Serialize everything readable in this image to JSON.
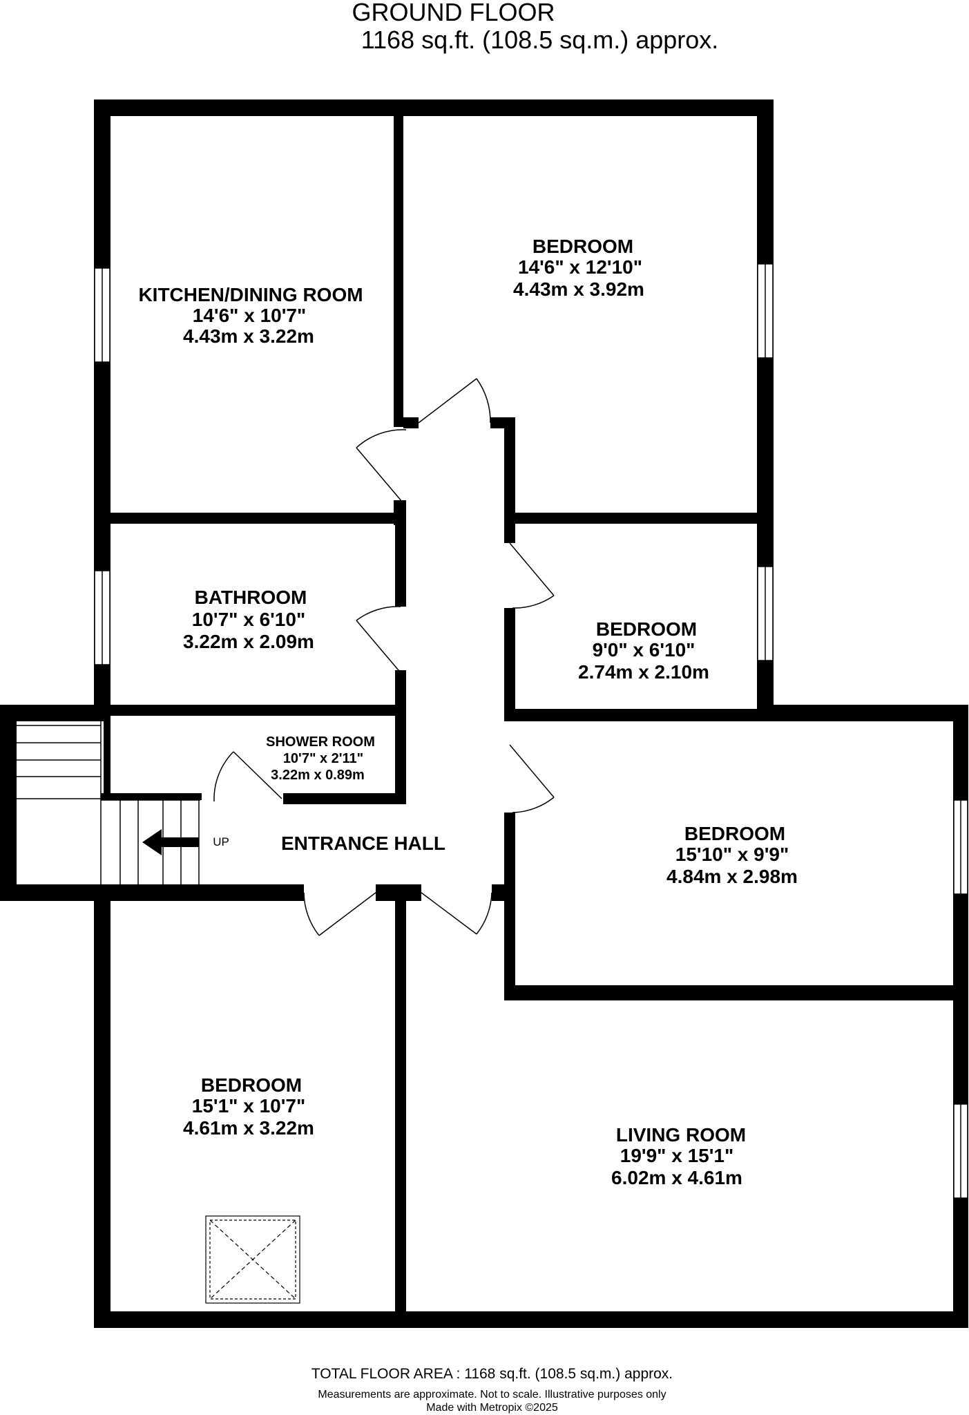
{
  "header": {
    "title": "GROUND FLOOR",
    "area": "1168 sq.ft. (108.5 sq.m.) approx."
  },
  "rooms": [
    {
      "name": "KITCHEN/DINING ROOM",
      "imperial": "14'6\"  x 10'7\"",
      "metric": "4.43m  x 3.22m"
    },
    {
      "name": "BEDROOM",
      "imperial": "14'6\"  x 12'10\"",
      "metric": "4.43m  x 3.92m"
    },
    {
      "name": "BATHROOM",
      "imperial": "10'7\"  x 6'10\"",
      "metric": "3.22m  x 2.09m"
    },
    {
      "name": "BEDROOM",
      "imperial": "9'0\"  x 6'10\"",
      "metric": "2.74m  x 2.10m"
    },
    {
      "name": "SHOWER ROOM",
      "imperial": "10'7\"  x 2'11\"",
      "metric": "3.22m  x 0.89m"
    },
    {
      "name": "BEDROOM",
      "imperial": "15'10\"  x 9'9\"",
      "metric": "4.84m  x 2.98m"
    },
    {
      "name": "BEDROOM",
      "imperial": "15'1\"  x 10'7\"",
      "metric": "4.61m  x 3.22m"
    },
    {
      "name": "LIVING ROOM",
      "imperial": "19'9\"  x 15'1\"",
      "metric": "6.02m  x 4.61m"
    }
  ],
  "hall": {
    "name": "ENTRANCE HALL",
    "stairs_label": "UP"
  },
  "footer": {
    "total": "TOTAL FLOOR AREA : 1168 sq.ft. (108.5 sq.m.) approx.",
    "disclaimer": "Measurements are approximate.  Not to scale.  Illustrative purposes only",
    "credit": "Made with Metropix ©2025"
  }
}
